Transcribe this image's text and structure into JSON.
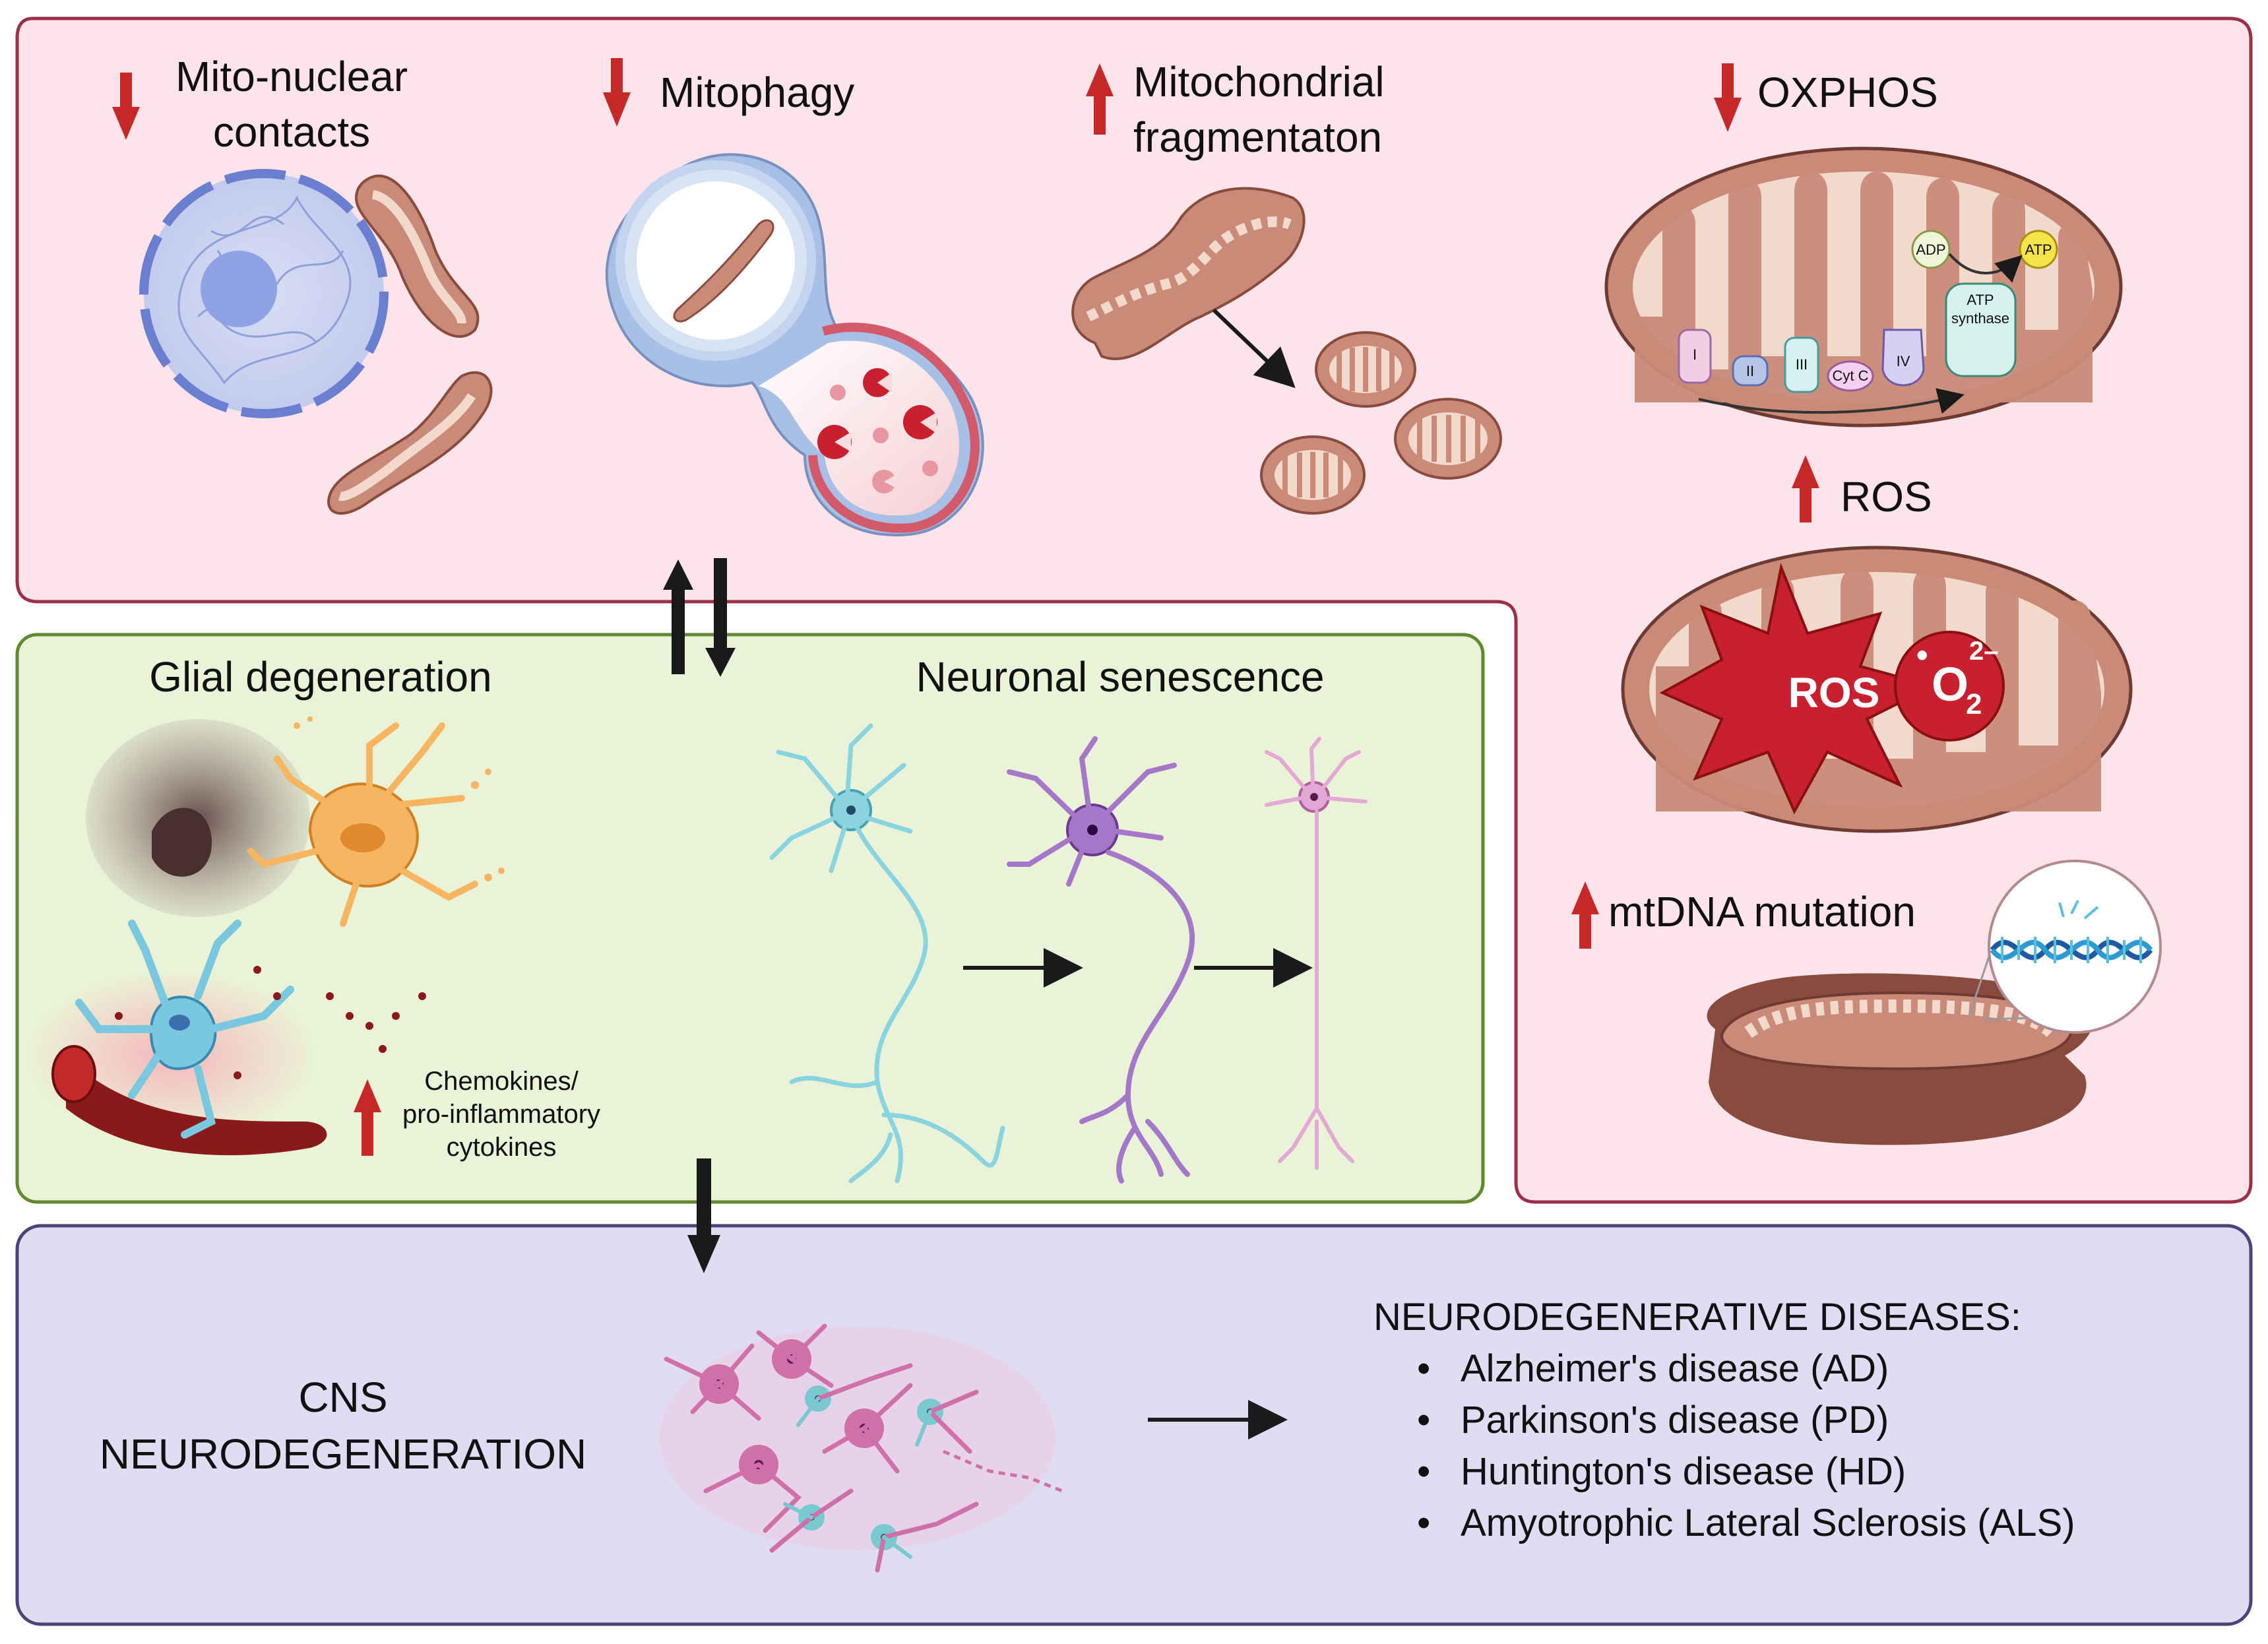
{
  "colors": {
    "mito_panel_fill": "#fce4ea",
    "mito_panel_border": "#9c2f4a",
    "glia_panel_fill": "#eaf3d7",
    "glia_panel_border": "#5f8a2f",
    "cns_panel_fill": "#e0dcf2",
    "cns_panel_border": "#4a4478",
    "arrow_red": "#c62828",
    "arrow_black": "#1a1a1a",
    "mito_body": "#c98a78",
    "mito_cristae": "#f2d9cc",
    "ros_red": "#c8202e"
  },
  "mito_panel": {
    "mito_nuclear": {
      "line1": "Mito-nuclear",
      "line2": "contacts",
      "direction": "down"
    },
    "mitophagy": {
      "label": "Mitophagy",
      "direction": "down"
    },
    "fragmentation": {
      "line1": "Mitochondrial",
      "line2": "fragmentaton",
      "direction": "up"
    },
    "oxphos": {
      "label": "OXPHOS",
      "direction": "down",
      "complexes": [
        "I",
        "II",
        "III",
        "Cyt C",
        "IV"
      ],
      "adp": "ADP",
      "atp": "ATP",
      "synthase_line1": "ATP",
      "synthase_line2": "synthase"
    },
    "ros": {
      "label": "ROS",
      "direction": "up",
      "burst_label": "ROS",
      "superoxide": "O",
      "superoxide_sub": "2",
      "superoxide_sup": "2–",
      "radical_dot": "•"
    },
    "mtdna": {
      "label": "mtDNA mutation",
      "direction": "up"
    }
  },
  "glia_panel": {
    "glial_title": "Glial degeneration",
    "neuronal_title": "Neuronal senescence",
    "chemokines": {
      "line1": "Chemokines/",
      "line2": "pro-inflammatory",
      "line3": "cytokines",
      "direction": "up"
    }
  },
  "cns_panel": {
    "title_line1": "CNS",
    "title_line2": "NEURODEGENERATION",
    "diseases_heading": "NEURODEGENERATIVE DISEASES:",
    "diseases": [
      "Alzheimer's disease (AD)",
      "Parkinson's disease (PD)",
      "Huntington's disease (HD)",
      "Amyotrophic Lateral Sclerosis (ALS)"
    ],
    "bullet": "•"
  }
}
